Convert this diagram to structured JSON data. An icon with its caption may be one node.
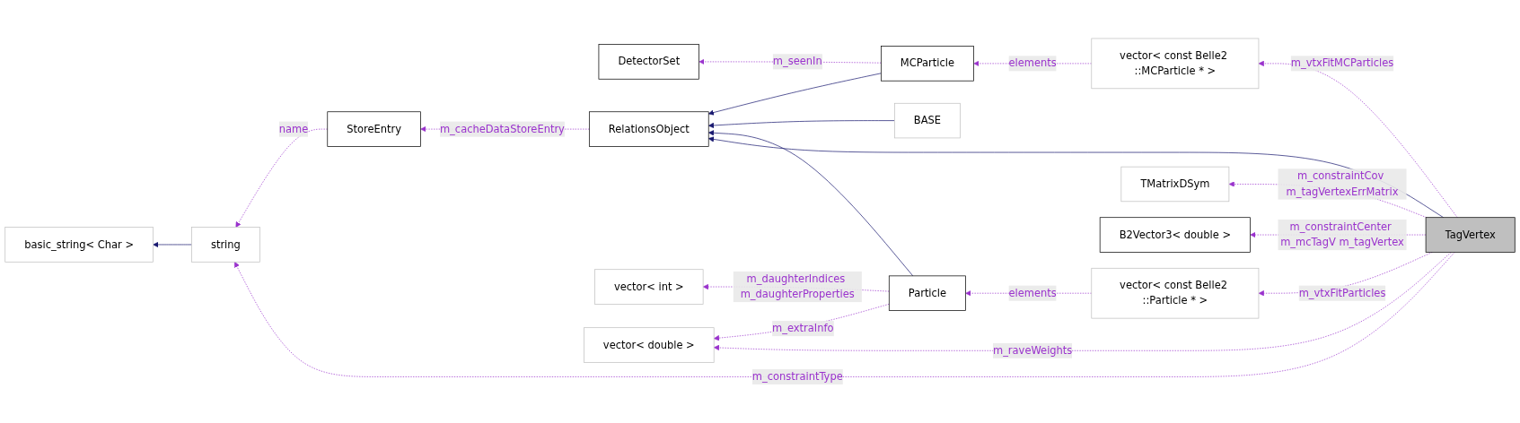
{
  "diagram": {
    "nodes": [
      {
        "text": [
          "DetectorSet"
        ]
      },
      {
        "text": [
          "MCParticle"
        ]
      },
      {
        "text": [
          "vector< const Belle2 ::MCParticle * >"
        ]
      },
      {
        "text": [
          "StoreEntry"
        ]
      },
      {
        "text": [
          "RelationsObject"
        ]
      },
      {
        "text": [
          "basic_string< Char >"
        ]
      },
      {
        "text": [
          "string"
        ]
      },
      {
        "text": [
          "BASE"
        ]
      },
      {
        "text": [
          "vector< int >"
        ]
      },
      {
        "text": [
          "Particle"
        ]
      },
      {
        "text": [
          "vector< const Belle2 ::Particle * >"
        ]
      },
      {
        "text": [
          "TagVertex"
        ]
      },
      {
        "text": [
          "vector< double >"
        ]
      },
      {
        "text": [
          "TMatrixDSym"
        ]
      },
      {
        "text": [
          "B2Vector3< double >"
        ]
      }
    ],
    "edges": [
      {
        "from": 1,
        "to": 0,
        "arrow": "to",
        "label": "m_seenIn",
        "style": "dashed"
      },
      {
        "from": 4,
        "to": 3,
        "arrow": "to",
        "label": "m_cacheDataStoreEntry",
        "style": "dashed"
      },
      {
        "from": 3,
        "to": 6,
        "arrow": "to",
        "label": "name",
        "style": "dashed"
      },
      {
        "from": 6,
        "to": 5,
        "arrow": "to",
        "color": "#191970"
      },
      {
        "from": 1,
        "to": 4,
        "arrow": "to",
        "color": "#191970"
      },
      {
        "from": 7,
        "to": 4,
        "arrow": "to",
        "color": "#191970"
      },
      {
        "from": 9,
        "to": 4,
        "arrow": "to",
        "color": "#191970"
      },
      {
        "from": 11,
        "to": 4,
        "arrow": "to",
        "color": "#191970"
      },
      {
        "from": 2,
        "to": 1,
        "arrow": "to",
        "label": "elements",
        "style": "dashed"
      },
      {
        "from": 11,
        "to": 2,
        "arrow": "to",
        "label": "m_vtxFitMCParticles",
        "style": "dashed"
      },
      {
        "from": 11,
        "to": 6,
        "arrow": "to",
        "label": "m_constraintType",
        "style": "dashed"
      },
      {
        "from": 9,
        "to": 8,
        "arrow": "to",
        "label": "m_daughterIndices m_daughterProperties",
        "style": "dashed"
      },
      {
        "from": 9,
        "to": 12,
        "arrow": "to",
        "label": "m_extraInfo",
        "style": "dashed"
      },
      {
        "from": 10,
        "to": 9,
        "arrow": "to",
        "label": "elements",
        "style": "dashed"
      },
      {
        "from": 11,
        "to": 10,
        "arrow": "to",
        "label": "m_vtxFitParticles",
        "style": "dashed"
      },
      {
        "from": 11,
        "to": 12,
        "arrow": "to",
        "label": "m_raveWeights",
        "style": "dashed"
      },
      {
        "from": 11,
        "to": 13,
        "arrow": "to",
        "label": "m_constraintCov m_tagVertexErrMatrix",
        "style": "dashed"
      },
      {
        "from": 11,
        "to": 14,
        "arrow": "to",
        "label": "m_constraintCenter m_mcTagV m_tagVertex",
        "style": "dashed"
      }
    ]
  }
}
